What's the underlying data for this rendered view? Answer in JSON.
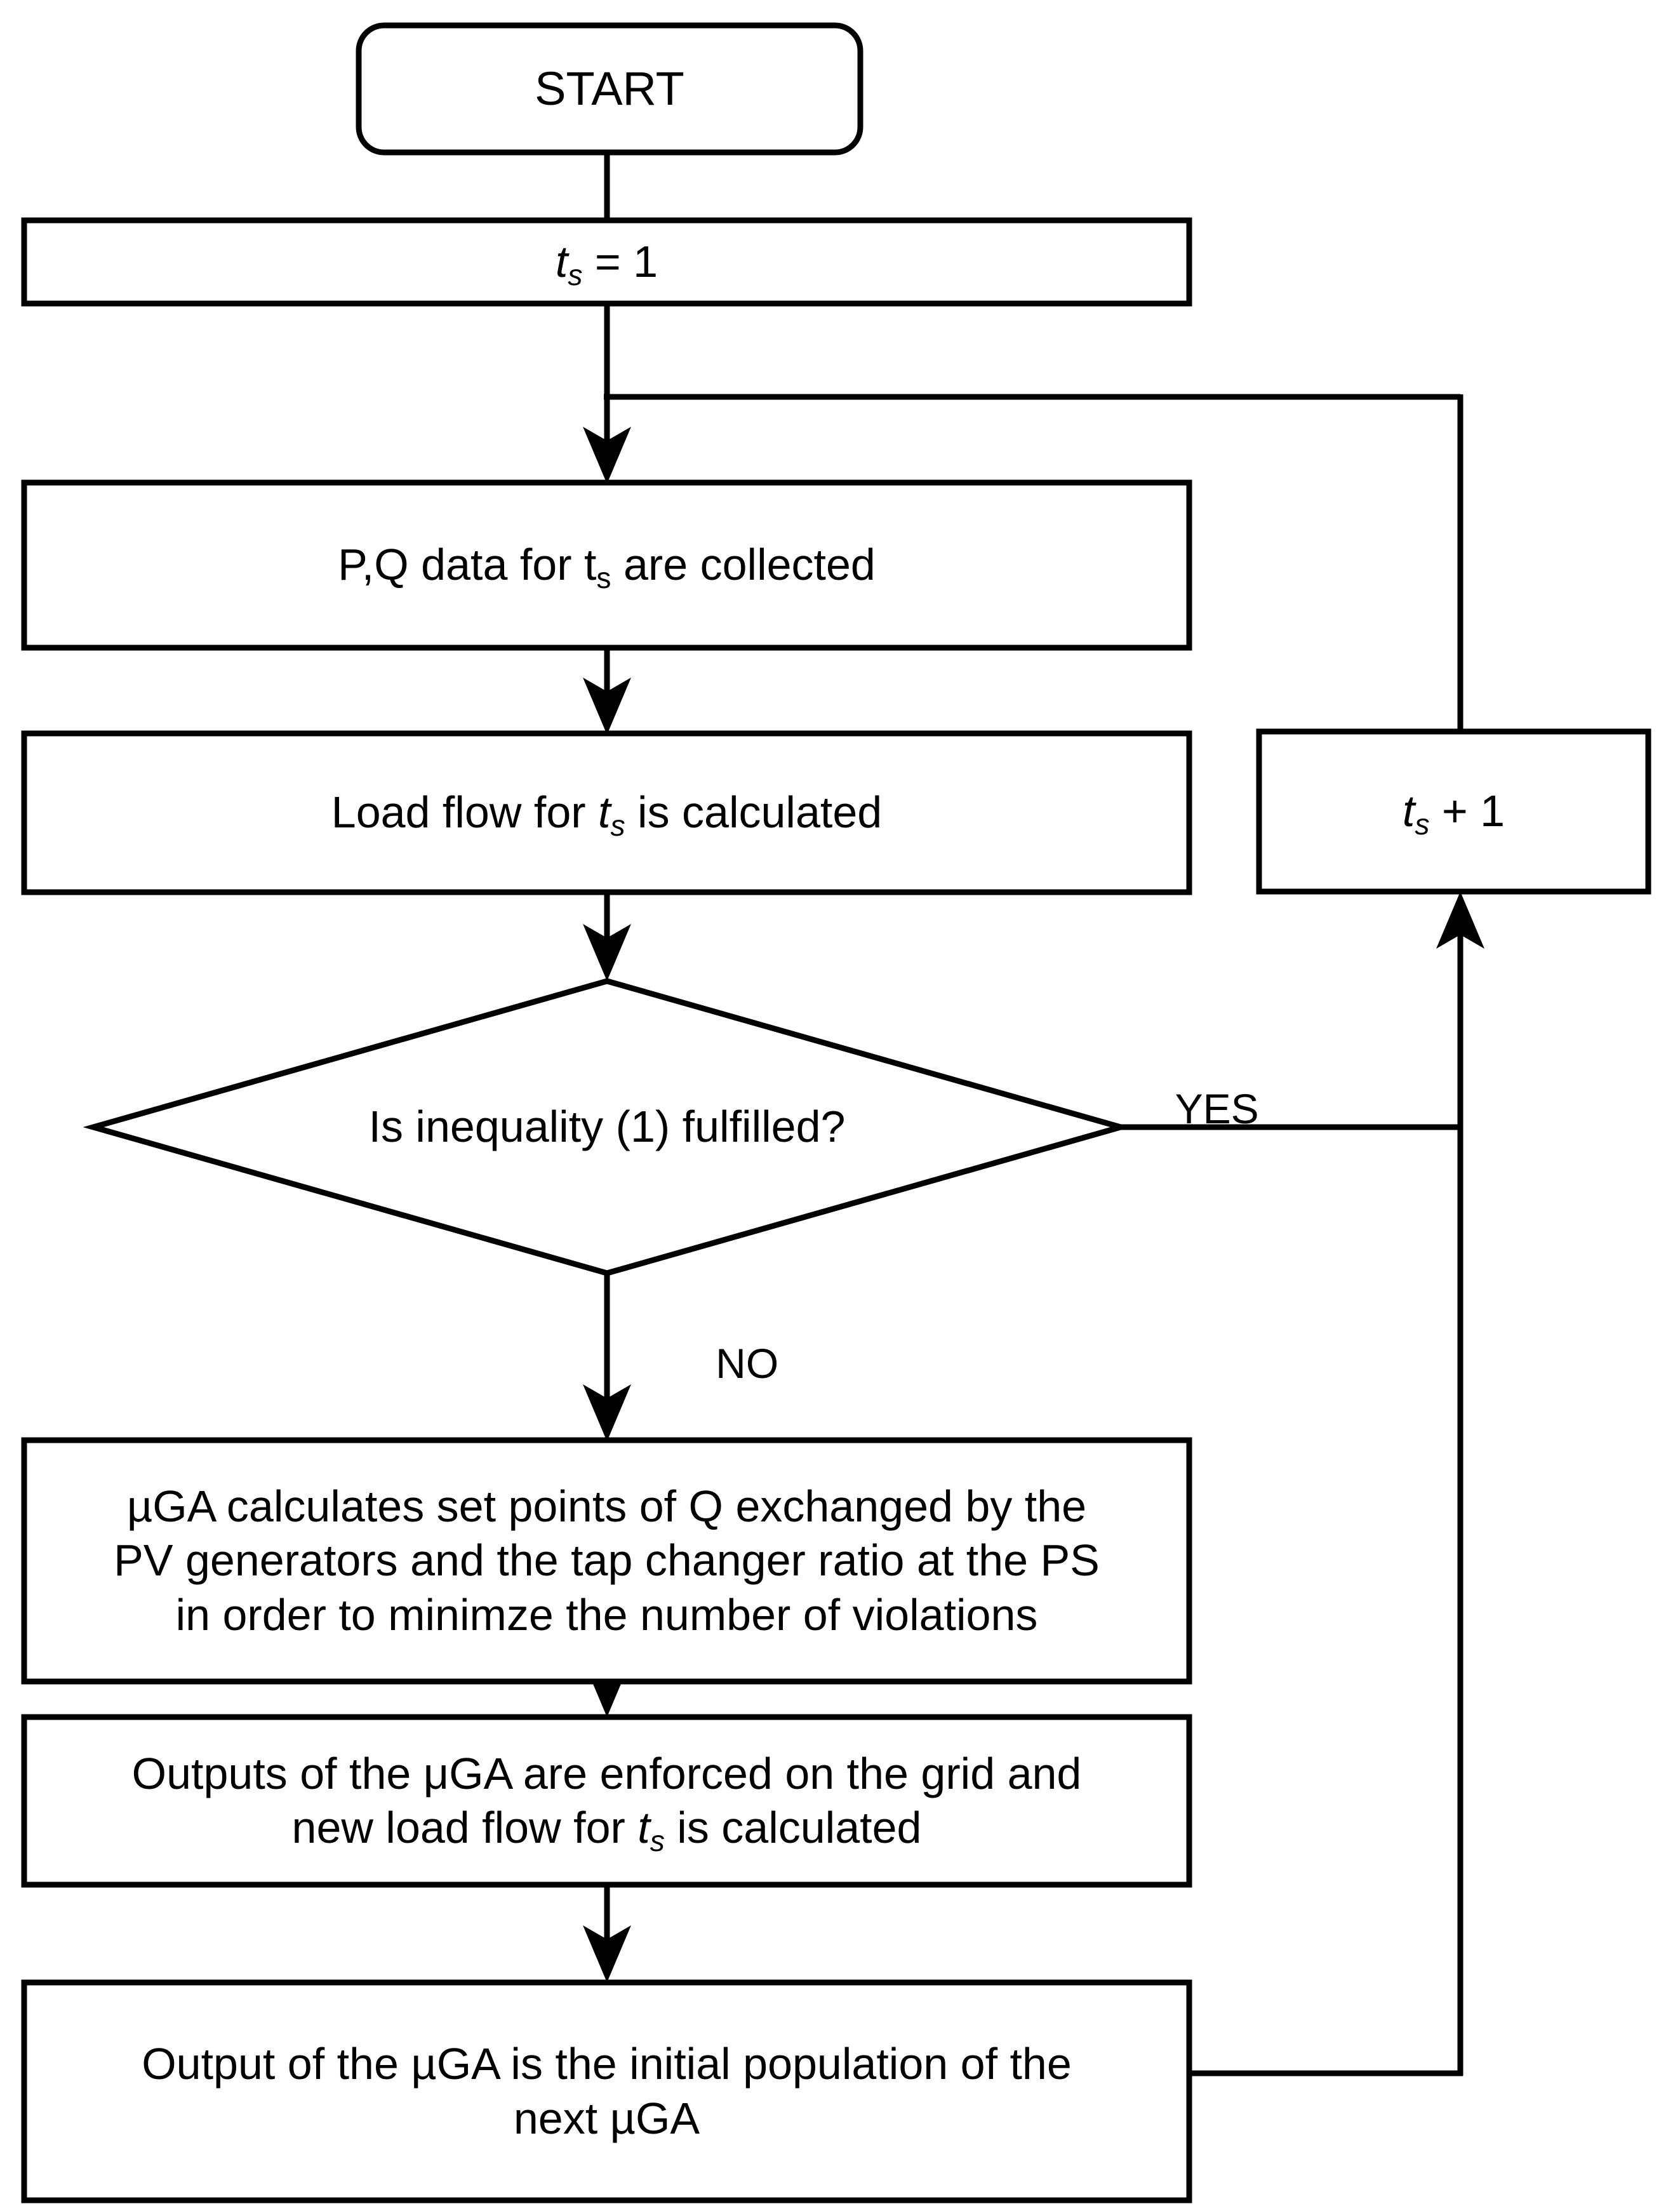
{
  "diagram": {
    "type": "flowchart",
    "title": "",
    "background_color": "#ffffff",
    "line_color": "#000000",
    "text_color": "#000000",
    "nodes": [
      {
        "id": "start",
        "shape": "rounded-rectangle",
        "label": "START"
      },
      {
        "id": "init",
        "shape": "rectangle",
        "label": "ts = 1",
        "label_parts": {
          "var": "t",
          "sub": "s",
          "rest": " = 1"
        }
      },
      {
        "id": "collect",
        "shape": "rectangle",
        "label": "P,Q data for ts are collected",
        "label_parts": {
          "pre": "P,Q data for ",
          "var": "t",
          "sub": "s",
          "post": " are collected"
        }
      },
      {
        "id": "loadflow",
        "shape": "rectangle",
        "label": "Load flow for ts is calculated",
        "label_parts": {
          "pre": "Load flow for ",
          "var": "t",
          "sub": "s",
          "post": " is calculated"
        }
      },
      {
        "id": "decision",
        "shape": "diamond",
        "label": "Is inequality (1) fulfilled?"
      },
      {
        "id": "increment",
        "shape": "rectangle",
        "label": "ts + 1",
        "label_parts": {
          "var": "t",
          "sub": "s",
          "rest": " + 1"
        }
      },
      {
        "id": "uga-calc",
        "shape": "rectangle",
        "label": "µGA calculates set points of Q exchanged by the PV generators and the tap changer ratio at the PS in order to minimze the number of violations",
        "lines": [
          "µGA calculates set points of Q exchanged by the",
          "PV generators and the tap changer ratio at the PS",
          "in order to minimze the number of violations"
        ]
      },
      {
        "id": "uga-enforce",
        "shape": "rectangle",
        "label": "Outputs of the µGA are enforced on the grid and new load flow for ts is calculated",
        "label_parts": {
          "line1": "Outputs of the μGA are enforced on the grid and",
          "pre2": "new load flow for ",
          "var": "t",
          "sub": "s",
          "post2": " is calculated"
        }
      },
      {
        "id": "uga-seed",
        "shape": "rectangle",
        "label": "Output of the µGA is the initial population of the next µGA",
        "lines": [
          "Output of the µGA is the initial population of the",
          "next µGA"
        ]
      }
    ],
    "edges": [
      {
        "from": "start",
        "to": "init",
        "label": ""
      },
      {
        "from": "init",
        "to": "collect",
        "label": ""
      },
      {
        "from": "collect",
        "to": "loadflow",
        "label": ""
      },
      {
        "from": "loadflow",
        "to": "decision",
        "label": ""
      },
      {
        "from": "decision",
        "to": "increment",
        "label": "YES"
      },
      {
        "from": "decision",
        "to": "uga-calc",
        "label": "NO"
      },
      {
        "from": "uga-calc",
        "to": "uga-enforce",
        "label": ""
      },
      {
        "from": "uga-enforce",
        "to": "uga-seed",
        "label": ""
      },
      {
        "from": "increment",
        "to": "collect",
        "label": ""
      },
      {
        "from": "uga-seed",
        "to": "increment",
        "label": ""
      }
    ],
    "edge_labels": {
      "yes": "YES",
      "no": "NO"
    }
  }
}
